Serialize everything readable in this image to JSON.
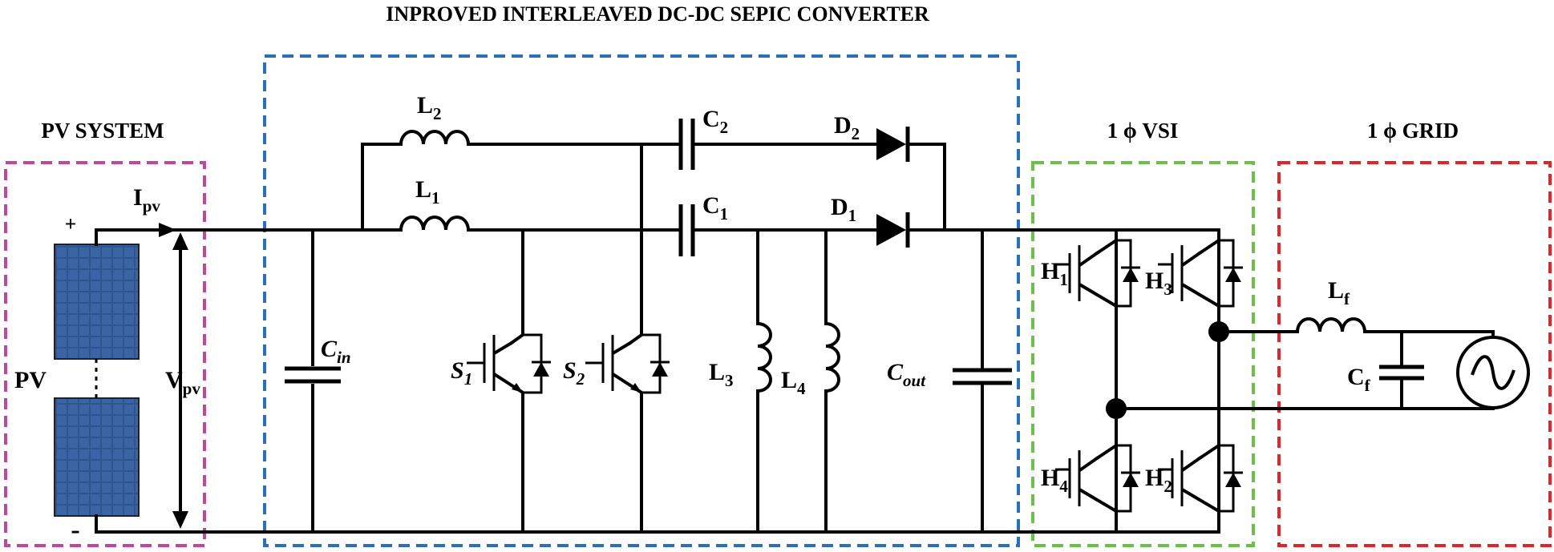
{
  "title": "INPROVED INTERLEAVED DC-DC SEPIC CONVERTER",
  "blocks": {
    "pv_system": "PV SYSTEM",
    "vsi": "1 ϕ VSI",
    "grid": "1 ϕ GRID"
  },
  "colors": {
    "pv_system": "#c0479c",
    "converter": "#2a6fb8",
    "vsi": "#6cc04a",
    "grid": "#e0262a",
    "panel": "#2c4f87"
  },
  "labels": {
    "pv_main": "PV",
    "pv_plus": "+",
    "pv_minus": "-",
    "ipv": "I",
    "ipv_sub": "pv",
    "vpv": "V",
    "vpv_sub": "pv",
    "l1": "L",
    "l1_sub": "1",
    "l2": "L",
    "l2_sub": "2",
    "l3": "L",
    "l3_sub": "3",
    "l4": "L",
    "l4_sub": "4",
    "c1": "C",
    "c1_sub": "1",
    "c2": "C",
    "c2_sub": "2",
    "d1": "D",
    "d1_sub": "1",
    "d2": "D",
    "d2_sub": "2",
    "cin": "C",
    "cin_sub": "in",
    "cout": "C",
    "cout_sub": "out",
    "s1": "S",
    "s1_sub": "1",
    "s2": "S",
    "s2_sub": "2",
    "h1": "H",
    "h1_sub": "1",
    "h2": "H",
    "h2_sub": "2",
    "h3": "H",
    "h3_sub": "3",
    "h4": "H",
    "h4_sub": "4",
    "lf": "L",
    "lf_sub": "f",
    "cf": "C",
    "cf_sub": "f"
  }
}
